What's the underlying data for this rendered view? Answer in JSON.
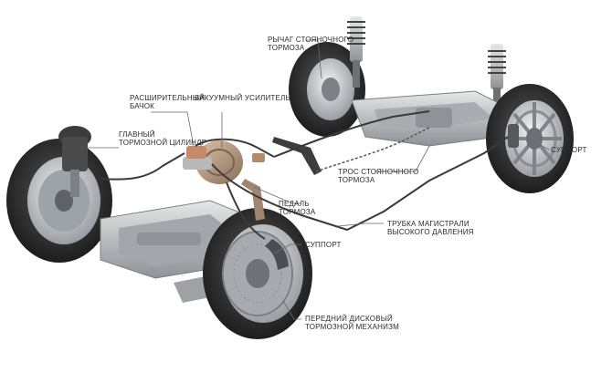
{
  "labels": {
    "parking_lever": [
      "Рычаг стояночного",
      "тормоза"
    ],
    "reservoir": [
      "Расширительный",
      "бачок"
    ],
    "vacuum_booster": [
      "Вакуумный усилитель"
    ],
    "master_cylinder": [
      "Главный",
      "тормозной цилиндр"
    ],
    "caliper_rear": [
      "Суппорт"
    ],
    "parking_cable": [
      "Трос стояночного",
      "тормоза"
    ],
    "brake_pedal": [
      "Педаль",
      "тормоза"
    ],
    "hp_line": [
      "Трубка магистрали",
      "высокого давления"
    ],
    "caliper_front": [
      "Суппорт"
    ],
    "front_disc": [
      "Передний дисковый",
      "тормозной механизм"
    ]
  },
  "colors": {
    "tire": "#2a2a2a",
    "rim": "#c9ccd0",
    "disc": "#9ea3a8",
    "metal": "#b7b9bc",
    "brake_line": "#3a3a3a",
    "booster": "#b5967a",
    "leader": "#6a6a6a"
  }
}
